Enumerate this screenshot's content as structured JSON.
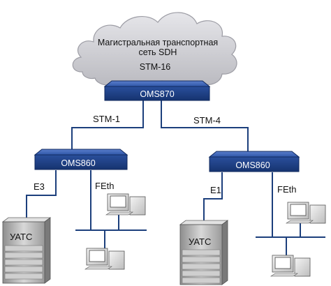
{
  "cloud": {
    "line1": "Магистральная транспортная",
    "line2": "сеть SDH",
    "line3": "STM-16"
  },
  "devices": {
    "core": "OMS870",
    "left": "OMS860",
    "right": "OMS860"
  },
  "links": {
    "left": "STM-1",
    "right": "STM-4"
  },
  "left_branch": {
    "pbx_link": "E3",
    "eth_link": "FEth",
    "pbx_label": "УАТС"
  },
  "right_branch": {
    "pbx_link": "E1",
    "eth_link": "FEth",
    "pbx_label": "УАТС"
  },
  "colors": {
    "device_blue": "#1f4f9f",
    "line_blue": "#1c3f7c",
    "cloud_gray": "#c8c8cc"
  }
}
